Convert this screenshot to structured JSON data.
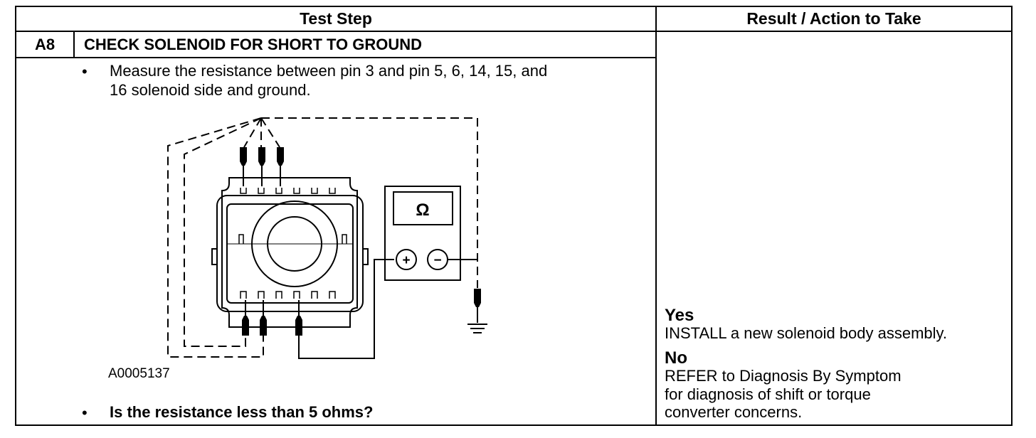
{
  "table": {
    "col_test_step": "Test Step",
    "col_result": "Result / Action to Take"
  },
  "step": {
    "number": "A8",
    "title": "CHECK SOLENOID FOR SHORT TO GROUND",
    "bullet": "•",
    "instruction_line1": "Measure the resistance between pin 3 and pin 5, 6, 14, 15, and",
    "instruction_line2": "16 solenoid side and ground.",
    "figure_id": "A0005137",
    "question": "Is the resistance less than 5 ohms?"
  },
  "meter": {
    "symbol": "Ω",
    "positive": "+",
    "negative": "−"
  },
  "result": {
    "yes_label": "Yes",
    "yes_text": "INSTALL a new solenoid body assembly.",
    "no_label": "No",
    "no_line1": "REFER to Diagnosis By Symptom",
    "no_line2": "for diagnosis of shift or torque",
    "no_line3": "converter concerns."
  }
}
